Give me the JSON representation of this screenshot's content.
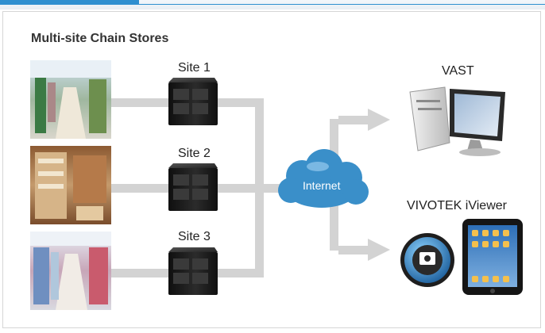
{
  "heading": "Multi-site Chain Stores",
  "sites": [
    "Site 1",
    "Site 2",
    "Site 3"
  ],
  "network": {
    "cloud_label": "Internet"
  },
  "destinations": {
    "vast_label": "VAST",
    "iviewer_label": "VIVOTEK iViewer"
  },
  "icons": {
    "store": "store-photo-icon",
    "nvr": "nvr-server-icon",
    "cloud": "cloud-icon",
    "desktop": "desktop-computer-icon",
    "mobile_app": "iviewer-app-icon",
    "tablet": "tablet-icon"
  },
  "colors": {
    "accent": "#2f8fd0",
    "connector": "#d3d3d3",
    "cloud": "#3a8fc9",
    "device": "#1c1c1c"
  }
}
